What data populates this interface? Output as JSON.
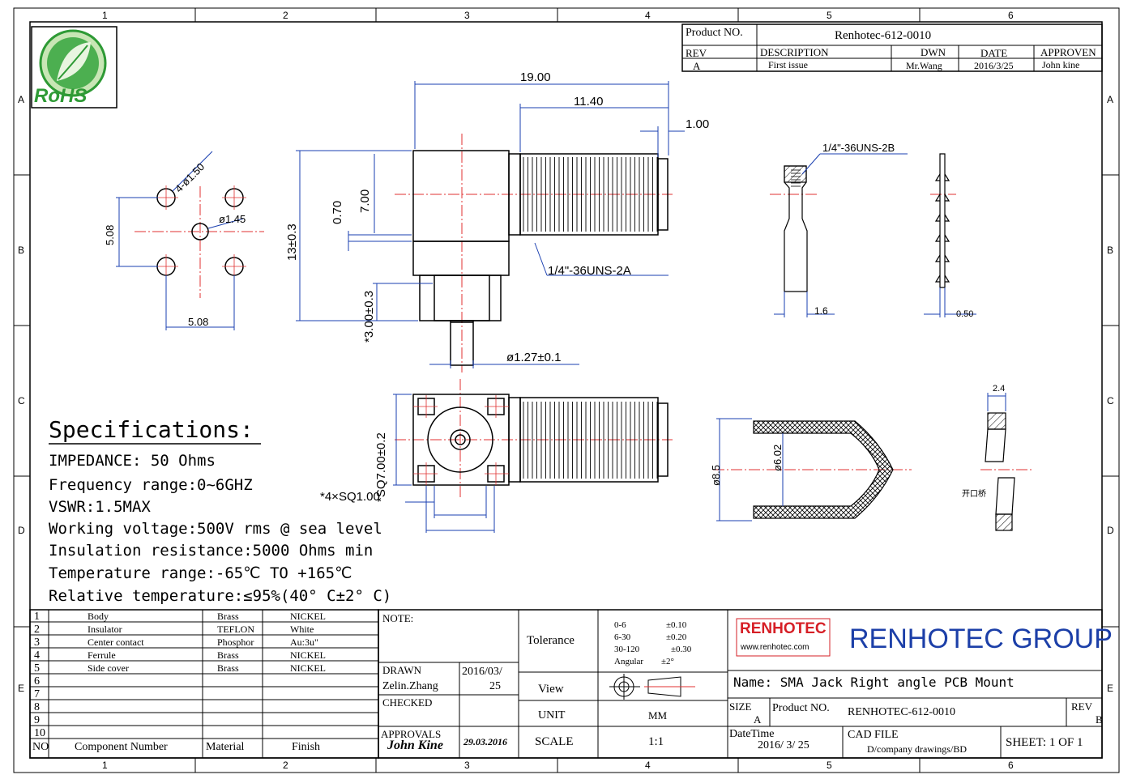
{
  "border": {
    "columns": [
      "1",
      "2",
      "3",
      "4",
      "5",
      "6"
    ],
    "rows": [
      "A",
      "B",
      "C",
      "D",
      "E"
    ]
  },
  "logo": {
    "rohs": "RoHS"
  },
  "header": {
    "product_no_label": "Product NO.",
    "product_no": "Renhotec-612-0010",
    "rev_label": "REV",
    "description_label": "DESCRIPTION",
    "dwn_label": "DWN",
    "date_label": "DATE",
    "approven_label": "APPROVEN",
    "rev": "A",
    "description": "First issue",
    "dwn": "Mr.Wang",
    "date": "2016/3/25",
    "approven": "John kine"
  },
  "dimensions": {
    "total_length": "19.00",
    "thread_length": "11.40",
    "tip": "1.00",
    "height": "13±0.3",
    "offset_070": "0.70",
    "dim_700": "7.00",
    "pin_height": "*3.00±0.3",
    "pin_dia": "ø1.27±0.1",
    "thread_a": "1/4\"-36UNS-2A",
    "thread_b": "1/4\"-36UNS-2B",
    "hole_4x": "4-ø1.50",
    "hole_center": "ø1.45",
    "pitch_v": "5.08",
    "pitch_h": "5.08",
    "sq700": "*SQ7.00±0.2",
    "sq100": "*4×SQ1.00",
    "nut_w": "1.6",
    "washer_w": "0.50",
    "dia85": "ø8.5",
    "dia60": "ø6.02",
    "gap": "2.4",
    "gap_label": "开口桥"
  },
  "specs": {
    "title": "Specifications:",
    "items": [
      "IMPEDANCE: 50 Ohms",
      "Frequency range:0~6GHZ",
      "VSWR:1.5MAX",
      "Working voltage:500V rms @ sea level",
      "Insulation resistance:5000 Ohms min",
      "Temperature range:-65℃ TO +165℃",
      "Relative temperature:≤95%(40° C±2° C)"
    ]
  },
  "bom": {
    "headers": [
      "NO",
      "Component Number",
      "Material",
      "Finish"
    ],
    "rows": [
      {
        "no": "1",
        "name": "Body",
        "material": "Brass",
        "finish": "NICKEL"
      },
      {
        "no": "2",
        "name": "Insulator",
        "material": "TEFLON",
        "finish": "White"
      },
      {
        "no": "3",
        "name": "Center contact",
        "material": "Phosphor",
        "finish": "Au:3u\""
      },
      {
        "no": "4",
        "name": "Ferrule",
        "material": "Brass",
        "finish": "NICKEL"
      },
      {
        "no": "5",
        "name": "Side cover",
        "material": "Brass",
        "finish": "NICKEL"
      },
      {
        "no": "6",
        "name": "",
        "material": "",
        "finish": ""
      },
      {
        "no": "7",
        "name": "",
        "material": "",
        "finish": ""
      },
      {
        "no": "8",
        "name": "",
        "material": "",
        "finish": ""
      },
      {
        "no": "9",
        "name": "",
        "material": "",
        "finish": ""
      },
      {
        "no": "10",
        "name": "",
        "material": "",
        "finish": ""
      }
    ]
  },
  "titleblock": {
    "note_label": "NOTE:",
    "drawn_label": "DRAWN",
    "drawn_name": "Zelin.Zhang",
    "drawn_date_1": "2016/03/",
    "drawn_date_2": "25",
    "checked_label": "CHECKED",
    "approvals_label": "APPROVALS",
    "approvals_sig": "John Kine",
    "approvals_date": "29.03.2016",
    "tolerance_label": "Tolerance",
    "tol_rows": [
      {
        "range": "0-6",
        "val": "±0.10"
      },
      {
        "range": "6-30",
        "val": "±0.20"
      },
      {
        "range": "30-120",
        "val": "±0.30"
      },
      {
        "range": "Angular",
        "val": "±2°"
      }
    ],
    "view_label": "View",
    "unit_label": "UNIT",
    "unit_value": "MM",
    "scale_label": "SCALE",
    "scale_value": "1:1",
    "brand_logo": "RENHOTEC",
    "brand_url": "www.renhotec.com",
    "brand_group": "RENHOTEC GROUP",
    "name": "Name: SMA Jack Right angle PCB Mount",
    "size_label": "SIZE",
    "size_value": "A",
    "product_no_label": "Product NO.",
    "product_no": "RENHOTEC-612-0010",
    "rev_label": "REV",
    "rev_value": "B",
    "datetime_label": "DateTime",
    "datetime_value": "2016/ 3/ 25",
    "cad_label": "CAD FILE",
    "cad_value": "D/company drawings/BD",
    "sheet": "SHEET: 1 OF 1"
  },
  "colors": {
    "dim_blue": "#1a3fb0",
    "center_red": "#e03030",
    "brand_red": "#d61f26",
    "brand_blue": "#1c3fa8",
    "rohs_green": "#2e9a35"
  }
}
